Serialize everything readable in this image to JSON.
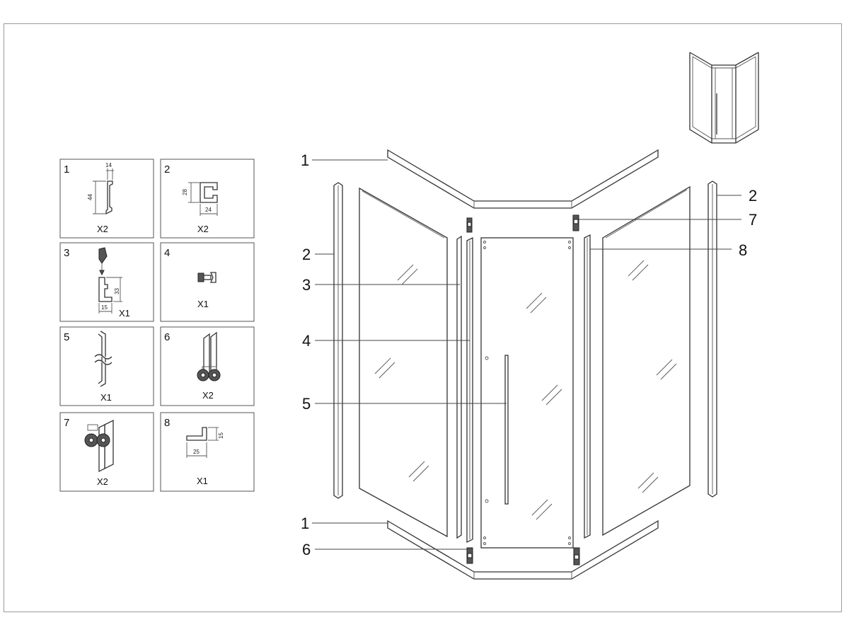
{
  "callouts": [
    {
      "label": "1"
    },
    {
      "label": "2"
    },
    {
      "label": "3"
    },
    {
      "label": "4"
    },
    {
      "label": "5"
    },
    {
      "label": "1"
    },
    {
      "label": "6"
    },
    {
      "label": "2"
    },
    {
      "label": "7"
    },
    {
      "label": "8"
    }
  ],
  "parts": [
    {
      "number": "1",
      "qty": "X2",
      "dims": [
        "14",
        "44"
      ]
    },
    {
      "number": "2",
      "qty": "X2",
      "dims": [
        "28",
        "24"
      ]
    },
    {
      "number": "3",
      "qty": "X1",
      "dims": [
        "33",
        "15"
      ]
    },
    {
      "number": "4",
      "qty": "X1",
      "dims": []
    },
    {
      "number": "5",
      "qty": "X1",
      "dims": []
    },
    {
      "number": "6",
      "qty": "X2",
      "dims": []
    },
    {
      "number": "7",
      "qty": "X2",
      "dims": []
    },
    {
      "number": "8",
      "qty": "X1",
      "dims": [
        "15",
        "25"
      ]
    }
  ],
  "colors": {
    "line": "#333333",
    "frame": "#9a9a9a",
    "background": "#ffffff"
  }
}
